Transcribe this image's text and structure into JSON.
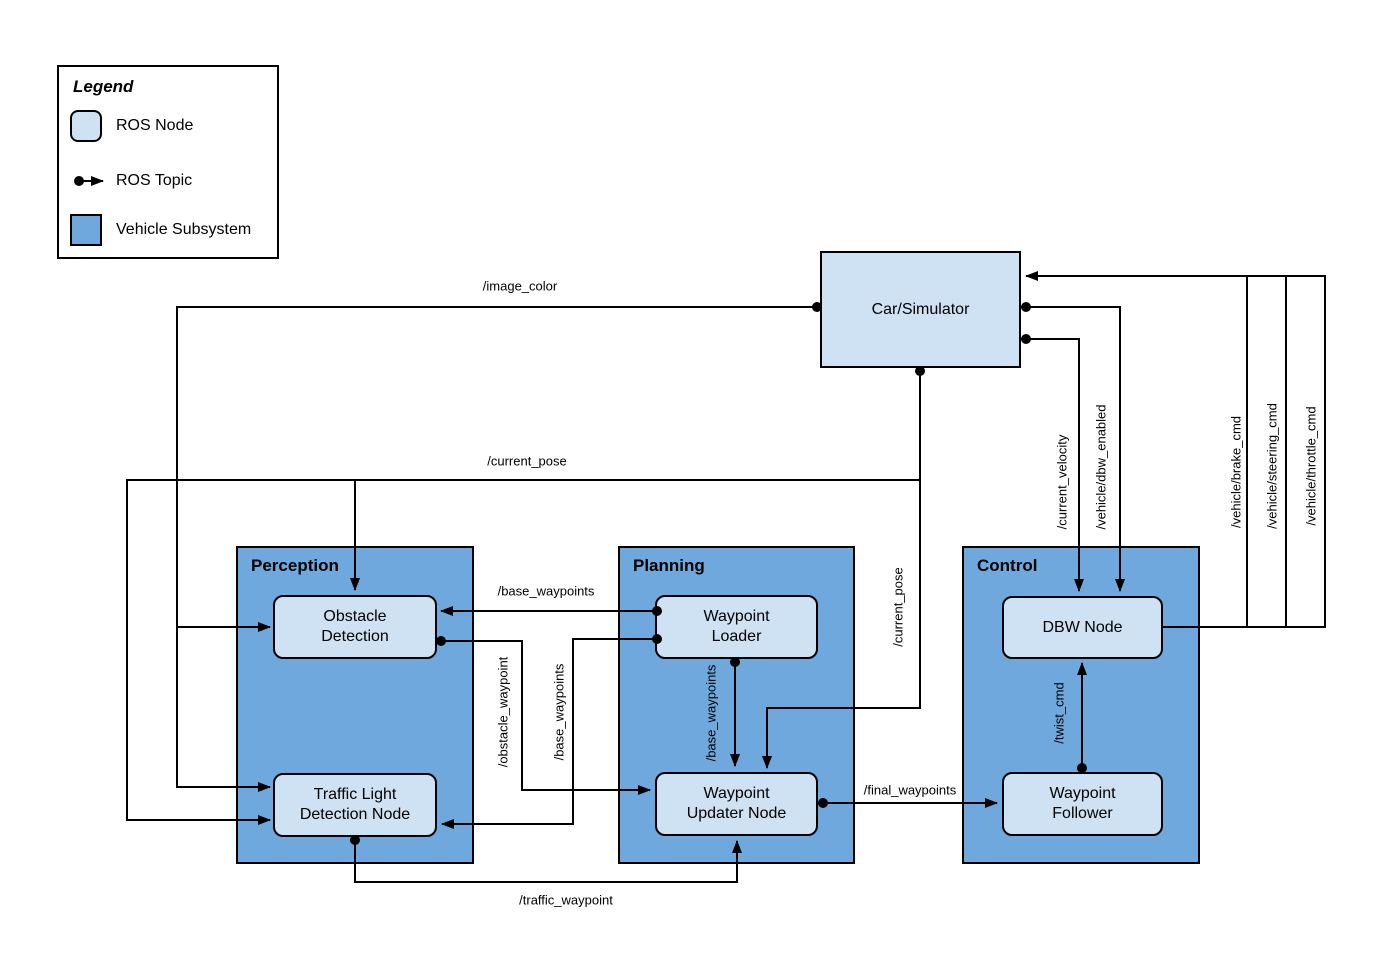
{
  "colors": {
    "background": "#ffffff",
    "line": "#000000",
    "text": "#000000",
    "node_fill": "#cfe2f3",
    "subsystem_fill": "#6fa8dc"
  },
  "legend": {
    "title": "Legend",
    "node_label": "ROS Node",
    "topic_label": "ROS Topic",
    "subsystem_label": "Vehicle Subsystem"
  },
  "subsystems": {
    "perception": "Perception",
    "planning": "Planning",
    "control": "Control"
  },
  "nodes": {
    "car_simulator": "Car/Simulator",
    "obstacle_detection": "Obstacle Detection",
    "traffic_light_detection": "Traffic Light Detection Node",
    "waypoint_loader": "Waypoint Loader",
    "waypoint_updater": "Waypoint Updater Node",
    "dbw_node": "DBW Node",
    "waypoint_follower": "Waypoint Follower"
  },
  "topics": {
    "image_color": "/image_color",
    "current_pose": "/current_pose",
    "base_waypoints": "/base_waypoints",
    "obstacle_waypoint": "/obstacle_waypoint",
    "traffic_waypoint": "/traffic_waypoint",
    "final_waypoints": "/final_waypoints",
    "current_velocity": "/current_velocity",
    "dbw_enabled": "/vehicle/dbw_enabled",
    "twist_cmd": "/twist_cmd",
    "brake_cmd": "/vehicle/brake_cmd",
    "steering_cmd": "/vehicle/steering_cmd",
    "throttle_cmd": "/vehicle/throttle_cmd"
  }
}
